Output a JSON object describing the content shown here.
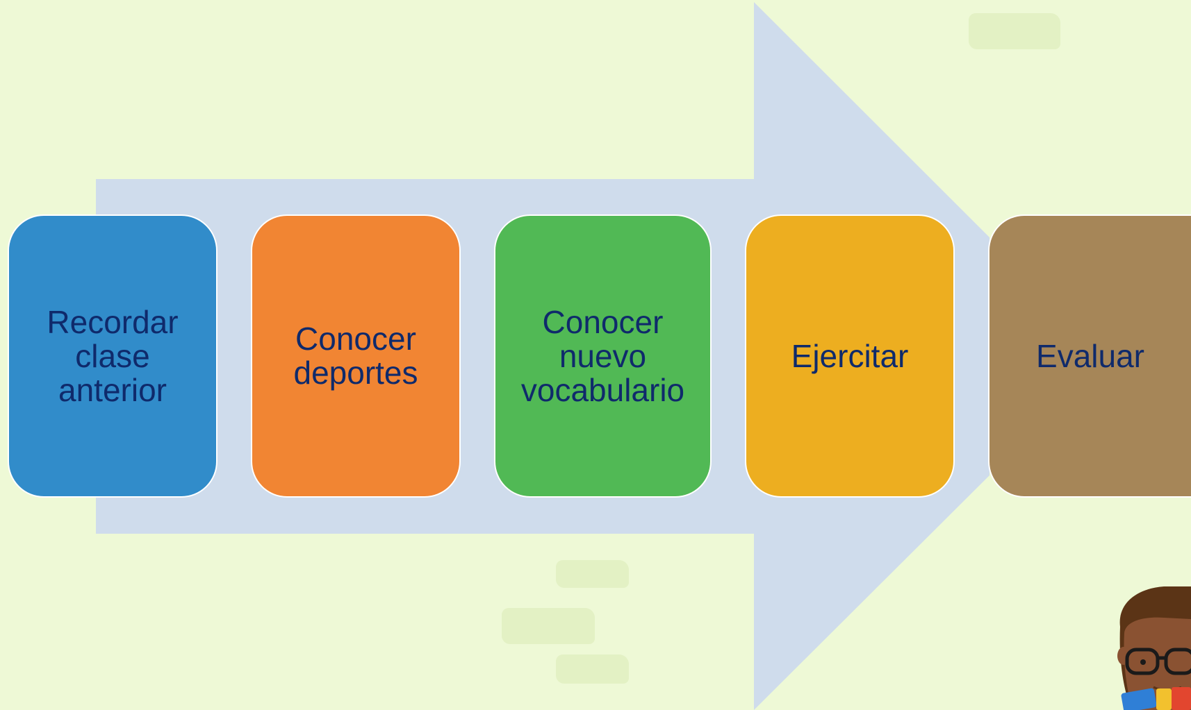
{
  "colors": {
    "background": "#eef9d6",
    "arrow": "#cfdcec",
    "label_text": "#0f2a6b",
    "box_border": "#ffffff"
  },
  "steps": [
    {
      "label": "Recordar\nclase\nanterior",
      "color": "#318cca"
    },
    {
      "label": "Conocer\ndeportes",
      "color": "#f18533"
    },
    {
      "label": "Conocer\nnuevo\nvocabulario",
      "color": "#51b955"
    },
    {
      "label": "Ejercitar",
      "color": "#edae20"
    },
    {
      "label": "Evaluar",
      "color": "#a68658"
    }
  ],
  "decoration": {
    "character": "boy-with-glasses-holding-number-cards"
  }
}
